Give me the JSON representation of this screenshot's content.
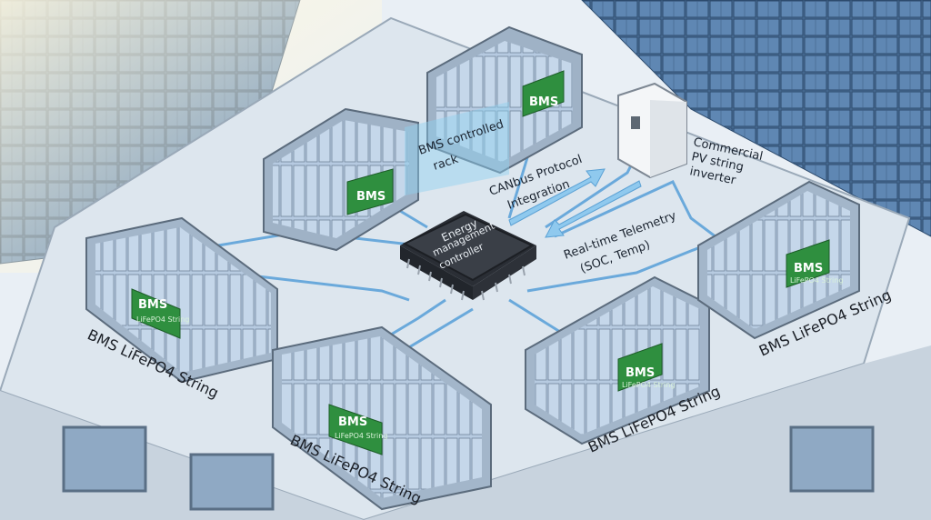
{
  "chip": {
    "line1": "Energy",
    "line2": "management",
    "line3": "controller"
  },
  "inverter": {
    "line1": "Commercial",
    "line2": "PV string",
    "line3": "inverter"
  },
  "rack": {
    "line1": "BMS controlled",
    "line2": "rack"
  },
  "arrows": {
    "canbus": {
      "line1": "CANbus Protocol",
      "line2": "Integration"
    },
    "telemetry": {
      "line1": "Real-time Telemetry",
      "line2": "(SOC, Temp)"
    }
  },
  "bms": {
    "label": "BMS",
    "sublabel": "LiFePO4 String"
  },
  "strings": [
    {
      "label": "BMS LiFePO4 String"
    },
    {
      "label": "BMS LiFePO4 String"
    },
    {
      "label": "BMS LiFePO4 String"
    },
    {
      "label": "BMS LiFePO4 String"
    }
  ],
  "colors": {
    "roof": "#dde6ee",
    "panel": "#4a6f98",
    "battery": "#b9cde4",
    "bms_green": "#2f8f3f",
    "wire": "#6aa9db",
    "chip": "#3a3f47"
  }
}
